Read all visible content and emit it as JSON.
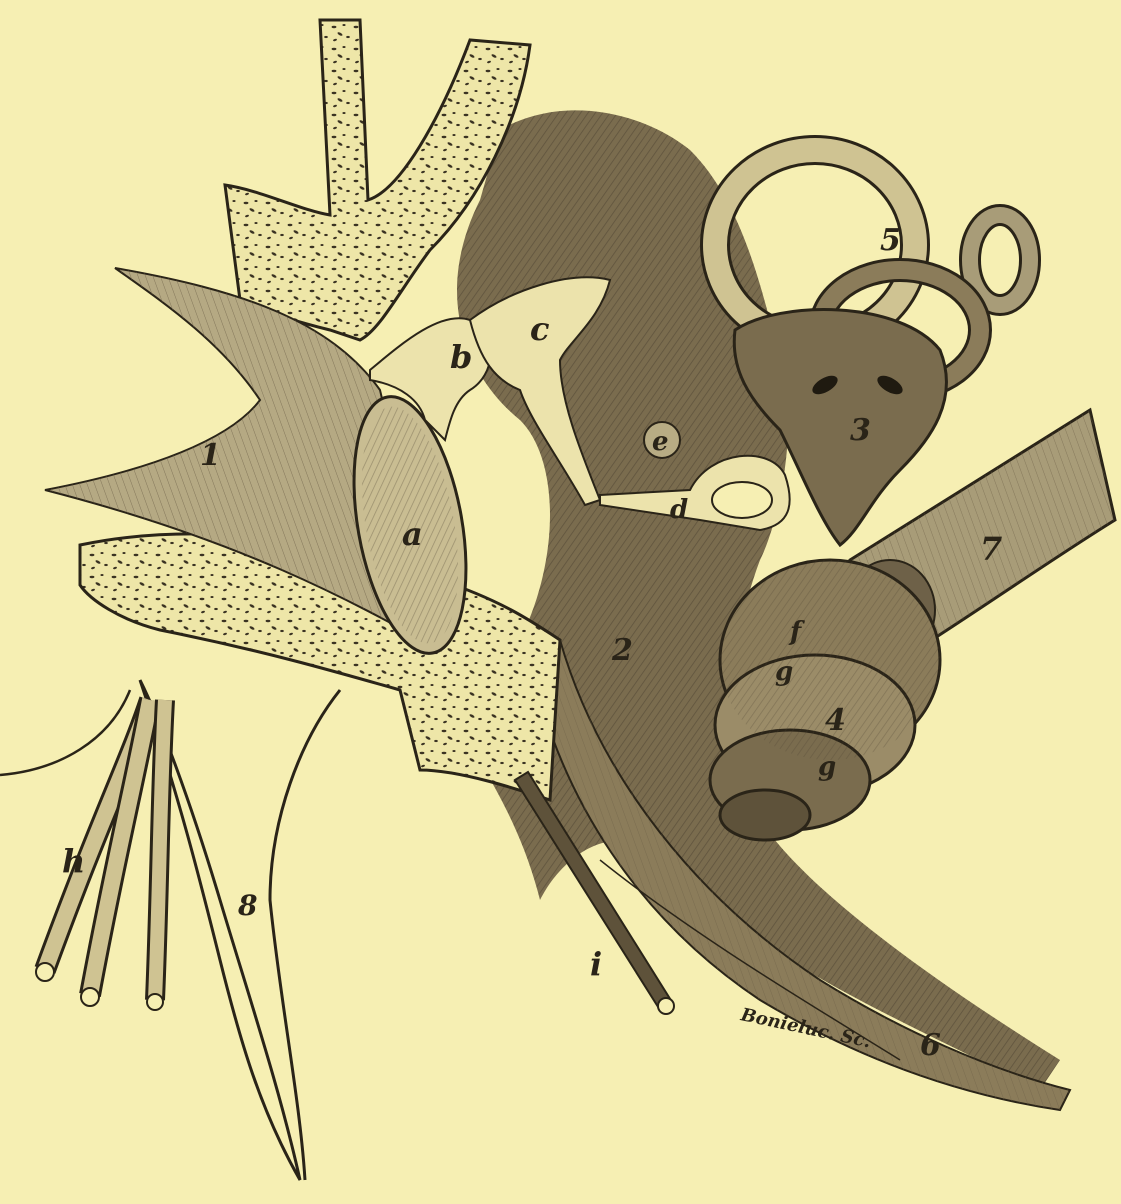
{
  "figure": {
    "labels": {
      "n1": "1",
      "n2": "2",
      "n3": "3",
      "n4": "4",
      "n5": "5",
      "n6": "6",
      "n7": "7",
      "n8": "8",
      "a": "a",
      "b": "b",
      "c": "c",
      "d": "d",
      "e": "e",
      "f": "f",
      "g1": "g",
      "g2": "g",
      "h": "h",
      "i": "i"
    },
    "signature": "Bonieluc. Sc.",
    "colors": {
      "paper": "#f6efb3",
      "ink": "#2a2418",
      "shade": "#6e6148",
      "midtone": "#a89c78",
      "bone": "#d8cf9c"
    }
  }
}
